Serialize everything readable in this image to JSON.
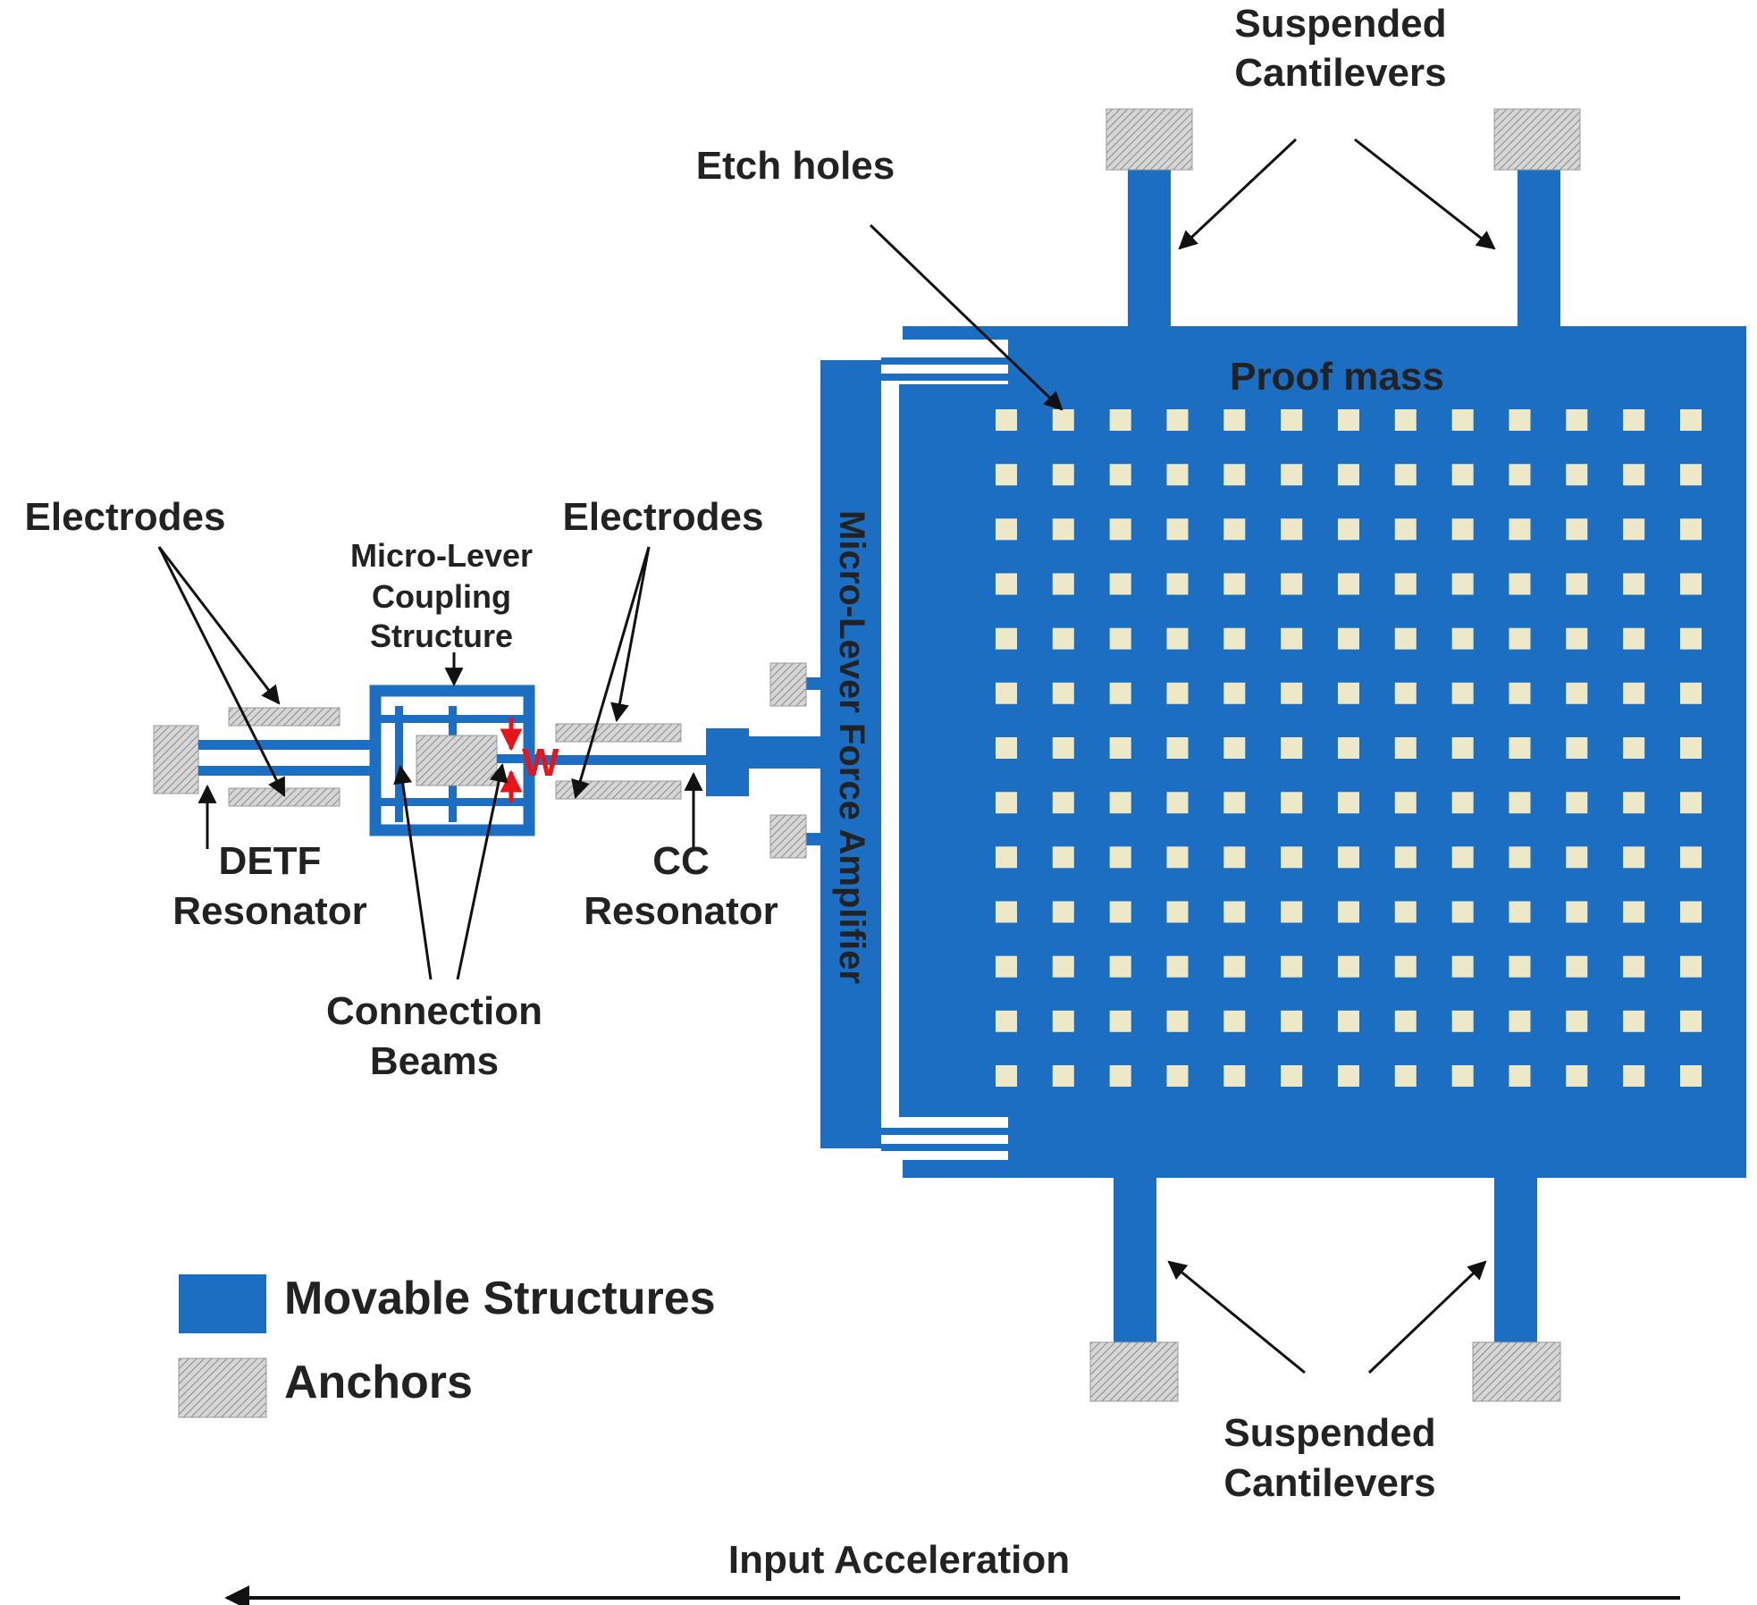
{
  "colors": {
    "movable": "#1b6ec2",
    "anchor_fill": "#d6d6d6",
    "etch_hole": "#ede9c8",
    "highlight": "#e8141c",
    "text": "#222222"
  },
  "labels": {
    "suspended_cantilevers_top": [
      "Suspended",
      "Cantilevers"
    ],
    "suspended_cantilevers_bottom": [
      "Suspended",
      "Cantilevers"
    ],
    "etch_holes": "Etch holes",
    "proof_mass": "Proof mass",
    "micro_lever_force_amplifier": "Micro-Lever Force Amplifier",
    "electrodes_left": "Electrodes",
    "electrodes_right": "Electrodes",
    "micro_lever_coupling": [
      "Micro-Lever",
      "Coupling",
      "Structure"
    ],
    "detf_resonator": [
      "DETF",
      "Resonator"
    ],
    "cc_resonator": [
      "CC",
      "Resonator"
    ],
    "connection_beams": [
      "Connection",
      "Beams"
    ],
    "width_symbol": "W",
    "input_acceleration": "Input Acceleration"
  },
  "legend": [
    {
      "label": "Movable Structures",
      "kind": "movable"
    },
    {
      "label": "Anchors",
      "kind": "anchor"
    }
  ],
  "etch_hole_grid": {
    "rows": 13,
    "cols": 13
  }
}
